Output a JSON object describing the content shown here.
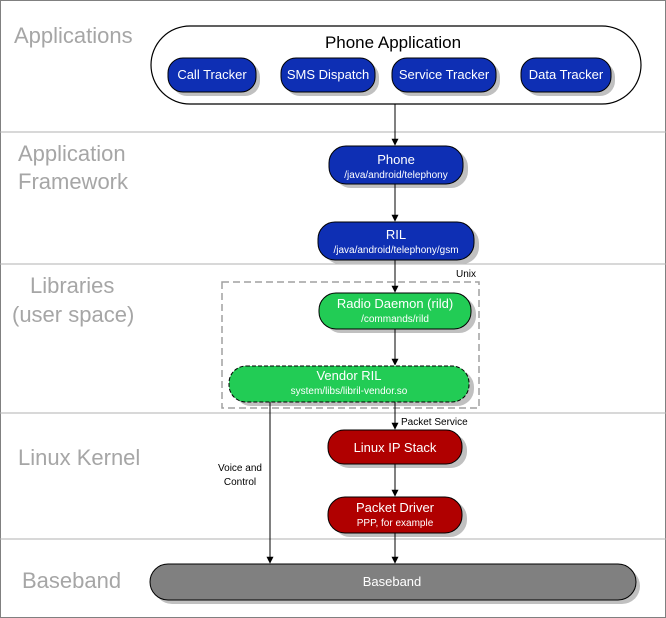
{
  "layers": {
    "applications": "Applications",
    "framework_line1": "Application",
    "framework_line2": "Framework",
    "libraries_line1": "Libraries",
    "libraries_line2": "(user space)",
    "kernel": "Linux Kernel",
    "baseband": "Baseband"
  },
  "phone_app": {
    "title": "Phone Application",
    "modules": [
      "Call Tracker",
      "SMS Dispatch",
      "Service Tracker",
      "Data Tracker"
    ]
  },
  "nodes": {
    "phone": {
      "title": "Phone",
      "sub": "/java/android/telephony"
    },
    "ril": {
      "title": "RIL",
      "sub": "/java/android/telephony/gsm"
    },
    "rild": {
      "title": "Radio Daemon (rild)",
      "sub": "/commands/rild"
    },
    "vendor": {
      "title": "Vendor RIL",
      "sub": "system/libs/libril-vendor.so"
    },
    "ipstack": {
      "title": "Linux IP Stack"
    },
    "pktdrv": {
      "title": "Packet Driver",
      "sub": "PPP, for example"
    },
    "baseband": {
      "title": "Baseband"
    }
  },
  "annotations": {
    "unix": "Unix",
    "packet_service": "Packet Service",
    "voice_line1": "Voice and",
    "voice_line2": "Control"
  },
  "colors": {
    "blue": "#0e2fb4",
    "green": "#22cc55",
    "red": "#b00000",
    "gray": "#808080",
    "shadow": "#c0c0c0"
  }
}
